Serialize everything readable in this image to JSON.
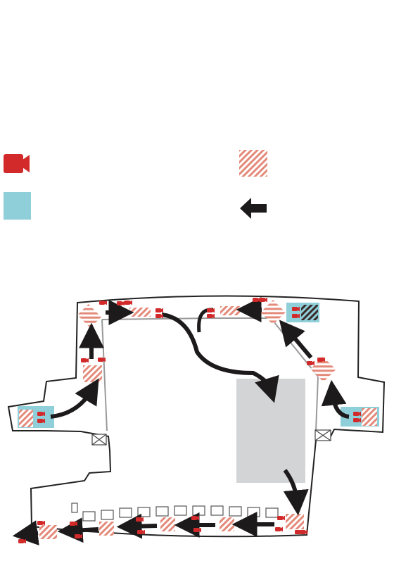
{
  "legend": {
    "items": [
      {
        "symbol": "camera-icon",
        "label": ""
      },
      {
        "symbol": "hatched-zone",
        "label": ""
      },
      {
        "symbol": "cyan-zone",
        "label": ""
      },
      {
        "symbol": "direction-arrow",
        "label": ""
      }
    ]
  },
  "colors": {
    "camera_red": "#d22a2a",
    "hatch_red": "#e48a7a",
    "cyan_zone": "#8fcfd9",
    "arrow": "#1d1a1b",
    "wall": "#222222",
    "inner_line": "#9a9a9a",
    "gray_block": "#d3d4d6"
  }
}
